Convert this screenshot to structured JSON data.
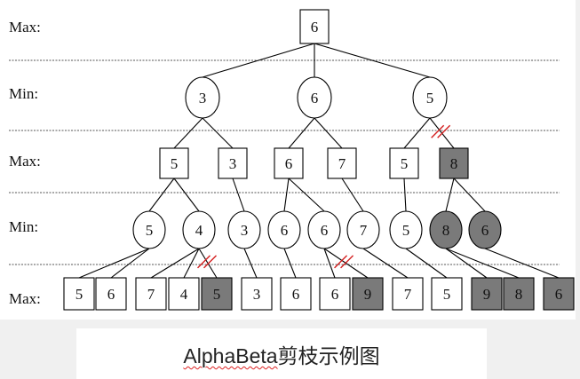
{
  "level_labels": [
    "Max:",
    "Min:",
    "Max:",
    "Min:",
    "Max:"
  ],
  "nodes": [
    {
      "id": "root",
      "level": 0,
      "shape": "square",
      "value": "6",
      "shaded": false
    },
    {
      "id": "L1a",
      "level": 1,
      "shape": "circle",
      "value": "3",
      "shaded": false
    },
    {
      "id": "L1b",
      "level": 1,
      "shape": "circle",
      "value": "6",
      "shaded": false
    },
    {
      "id": "L1c",
      "level": 1,
      "shape": "circle",
      "value": "5",
      "shaded": false
    },
    {
      "id": "L2a",
      "level": 2,
      "shape": "square",
      "value": "5",
      "shaded": false
    },
    {
      "id": "L2b",
      "level": 2,
      "shape": "square",
      "value": "3",
      "shaded": false
    },
    {
      "id": "L2c",
      "level": 2,
      "shape": "square",
      "value": "6",
      "shaded": false
    },
    {
      "id": "L2d",
      "level": 2,
      "shape": "square",
      "value": "7",
      "shaded": false
    },
    {
      "id": "L2e",
      "level": 2,
      "shape": "square",
      "value": "5",
      "shaded": false
    },
    {
      "id": "L2f",
      "level": 2,
      "shape": "square",
      "value": "8",
      "shaded": true
    },
    {
      "id": "L3a",
      "level": 3,
      "shape": "circle",
      "value": "5",
      "shaded": false
    },
    {
      "id": "L3b",
      "level": 3,
      "shape": "circle",
      "value": "4",
      "shaded": false
    },
    {
      "id": "L3c",
      "level": 3,
      "shape": "circle",
      "value": "3",
      "shaded": false
    },
    {
      "id": "L3d",
      "level": 3,
      "shape": "circle",
      "value": "6",
      "shaded": false
    },
    {
      "id": "L3e",
      "level": 3,
      "shape": "circle",
      "value": "6",
      "shaded": false
    },
    {
      "id": "L3f",
      "level": 3,
      "shape": "circle",
      "value": "7",
      "shaded": false
    },
    {
      "id": "L3g",
      "level": 3,
      "shape": "circle",
      "value": "5",
      "shaded": false
    },
    {
      "id": "L3h",
      "level": 3,
      "shape": "circle",
      "value": "8",
      "shaded": true
    },
    {
      "id": "L3i",
      "level": 3,
      "shape": "circle",
      "value": "6",
      "shaded": true
    },
    {
      "id": "L4a",
      "level": 4,
      "shape": "square",
      "value": "5",
      "shaded": false
    },
    {
      "id": "L4b",
      "level": 4,
      "shape": "square",
      "value": "6",
      "shaded": false
    },
    {
      "id": "L4c",
      "level": 4,
      "shape": "square",
      "value": "7",
      "shaded": false
    },
    {
      "id": "L4d",
      "level": 4,
      "shape": "square",
      "value": "4",
      "shaded": false
    },
    {
      "id": "L4e",
      "level": 4,
      "shape": "square",
      "value": "5",
      "shaded": true
    },
    {
      "id": "L4f",
      "level": 4,
      "shape": "square",
      "value": "3",
      "shaded": false
    },
    {
      "id": "L4g",
      "level": 4,
      "shape": "square",
      "value": "6",
      "shaded": false
    },
    {
      "id": "L4h",
      "level": 4,
      "shape": "square",
      "value": "6",
      "shaded": false
    },
    {
      "id": "L4i",
      "level": 4,
      "shape": "square",
      "value": "9",
      "shaded": true
    },
    {
      "id": "L4j",
      "level": 4,
      "shape": "square",
      "value": "7",
      "shaded": false
    },
    {
      "id": "L4k",
      "level": 4,
      "shape": "square",
      "value": "5",
      "shaded": false
    },
    {
      "id": "L4l",
      "level": 4,
      "shape": "square",
      "value": "9",
      "shaded": true
    },
    {
      "id": "L4m",
      "level": 4,
      "shape": "square",
      "value": "8",
      "shaded": true
    },
    {
      "id": "L4n",
      "level": 4,
      "shape": "square",
      "value": "6",
      "shaded": true
    }
  ],
  "edges": [
    {
      "from": "root",
      "to": "L1a"
    },
    {
      "from": "root",
      "to": "L1b"
    },
    {
      "from": "root",
      "to": "L1c"
    },
    {
      "from": "L1a",
      "to": "L2a"
    },
    {
      "from": "L1a",
      "to": "L2b"
    },
    {
      "from": "L1b",
      "to": "L2c"
    },
    {
      "from": "L1b",
      "to": "L2d"
    },
    {
      "from": "L1c",
      "to": "L2e"
    },
    {
      "from": "L1c",
      "to": "L2f",
      "pruned": true
    },
    {
      "from": "L2a",
      "to": "L3a"
    },
    {
      "from": "L2a",
      "to": "L3b"
    },
    {
      "from": "L2b",
      "to": "L3c"
    },
    {
      "from": "L2c",
      "to": "L3d"
    },
    {
      "from": "L2c",
      "to": "L3e"
    },
    {
      "from": "L2d",
      "to": "L3f"
    },
    {
      "from": "L2e",
      "to": "L3g"
    },
    {
      "from": "L2f",
      "to": "L3h"
    },
    {
      "from": "L2f",
      "to": "L3i"
    },
    {
      "from": "L3a",
      "to": "L4a"
    },
    {
      "from": "L3a",
      "to": "L4b"
    },
    {
      "from": "L3b",
      "to": "L4c"
    },
    {
      "from": "L3b",
      "to": "L4d"
    },
    {
      "from": "L3b",
      "to": "L4e",
      "pruned": true
    },
    {
      "from": "L3c",
      "to": "L4f"
    },
    {
      "from": "L3d",
      "to": "L4g"
    },
    {
      "from": "L3e",
      "to": "L4h"
    },
    {
      "from": "L3e",
      "to": "L4i",
      "pruned": true
    },
    {
      "from": "L3f",
      "to": "L4j"
    },
    {
      "from": "L3g",
      "to": "L4k"
    },
    {
      "from": "L3h",
      "to": "L4l"
    },
    {
      "from": "L3h",
      "to": "L4m"
    },
    {
      "from": "L3i",
      "to": "L4n"
    }
  ],
  "colors": {
    "shaded_fill": "#7a7a7a",
    "prune_mark": "#d42020",
    "line": "#000000",
    "divider": "#555555"
  },
  "caption": {
    "latin": "AlphaBeta",
    "cjk": "剪枝示例图"
  }
}
